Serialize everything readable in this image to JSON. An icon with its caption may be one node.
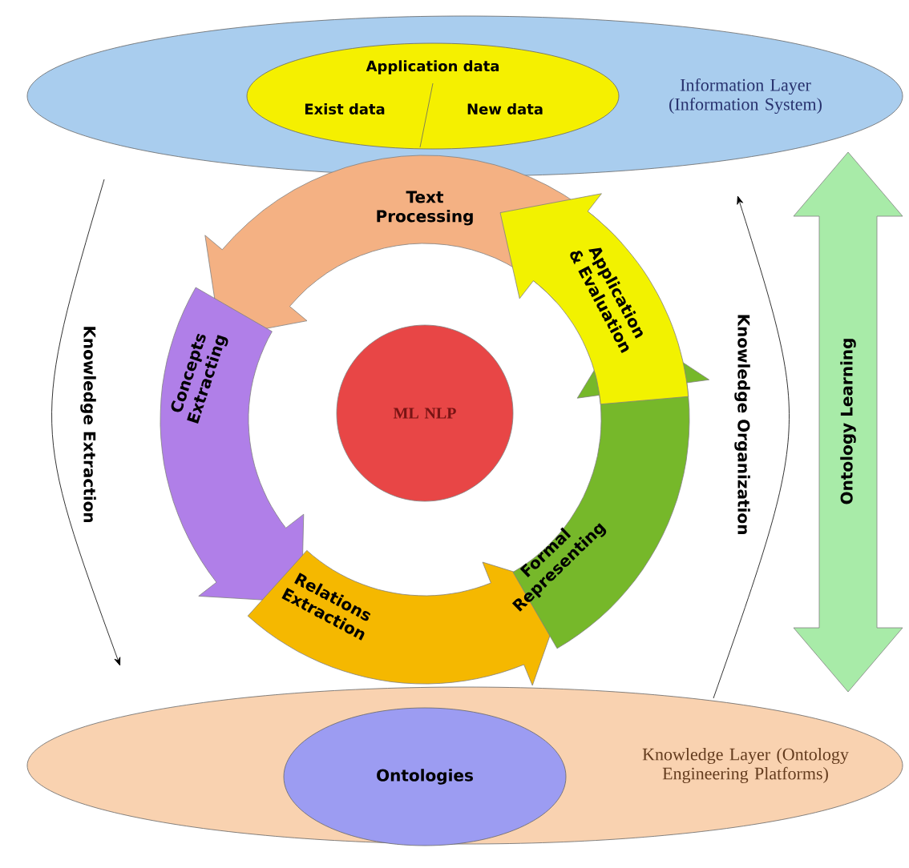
{
  "diagram": {
    "nodes": [
      {
        "text": [
          "Information Layer (Information System)"
        ]
      },
      {
        "text": [
          "Application data",
          "Exist data",
          "New data"
        ],
        "in": 0
      },
      {
        "text": [
          "Text Processing"
        ]
      },
      {
        "text": [
          "Concepts Extracting"
        ]
      },
      {
        "text": [
          "Application & Evaluation"
        ]
      },
      {
        "text": [
          "ML NLP"
        ]
      },
      {
        "text": [
          "Ontology Learning"
        ]
      },
      {
        "text": [
          "Relations Extraction"
        ]
      },
      {
        "text": [
          "Formal Representing"
        ]
      },
      {
        "text": [
          "Knowledge Layer (Ontology Engineering Platforms)"
        ]
      },
      {
        "text": [
          "Ontologies"
        ],
        "in": 9
      }
    ],
    "edges": [
      {
        "from": 0,
        "to": 9,
        "arrow": "to",
        "label": "Knowledge Extraction"
      },
      {
        "from": 9,
        "to": 0,
        "arrow": "to",
        "label": "Knowledge Organization"
      }
    ]
  }
}
